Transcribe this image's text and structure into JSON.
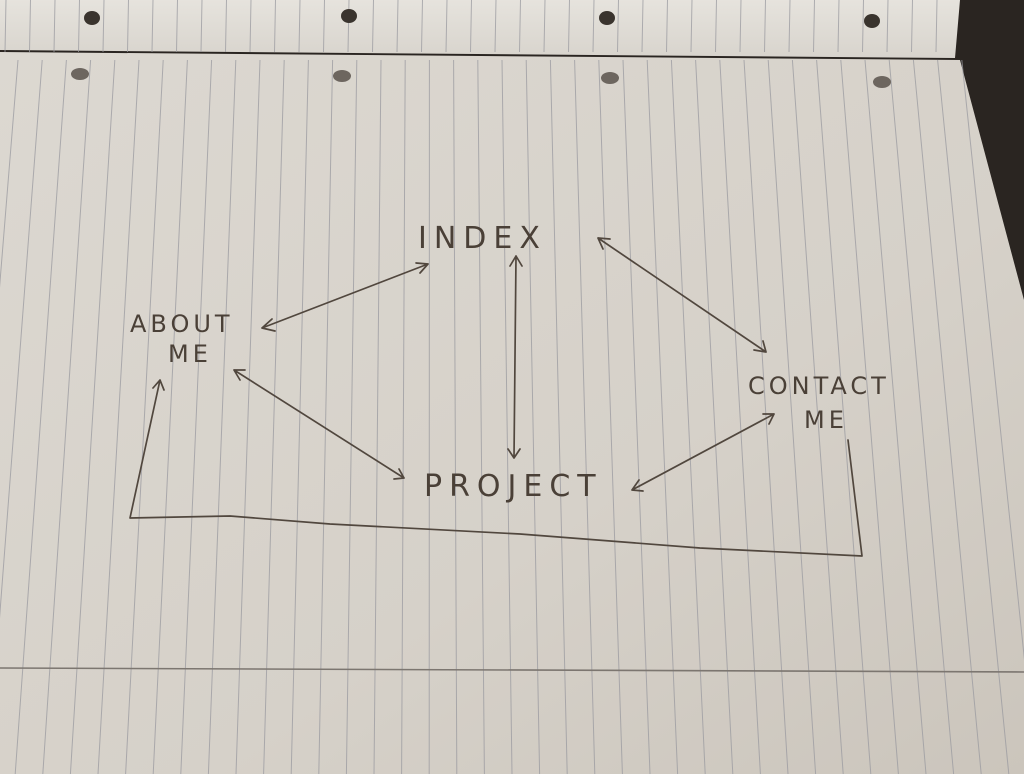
{
  "colors": {
    "paper": "#d9d4cc",
    "paper_back": "#e4e0d9",
    "rule_line": "#9a9aa0",
    "ink": "#4a4037",
    "background": "#2a2521"
  },
  "diagram": {
    "nodes": {
      "index": {
        "label": "INDEX"
      },
      "about": {
        "line1": "ABOUT",
        "line2": "ME"
      },
      "project": {
        "label": "PROJECT"
      },
      "contact": {
        "line1": "CONTACT",
        "line2": "ME"
      }
    },
    "edges": [
      {
        "from": "index",
        "to": "about",
        "style": "double-arrow"
      },
      {
        "from": "index",
        "to": "project",
        "style": "double-arrow"
      },
      {
        "from": "index",
        "to": "contact",
        "style": "double-arrow"
      },
      {
        "from": "project",
        "to": "about",
        "style": "double-arrow"
      },
      {
        "from": "project",
        "to": "contact",
        "style": "double-arrow"
      },
      {
        "from": "contact",
        "to": "about",
        "style": "arrow"
      }
    ]
  }
}
